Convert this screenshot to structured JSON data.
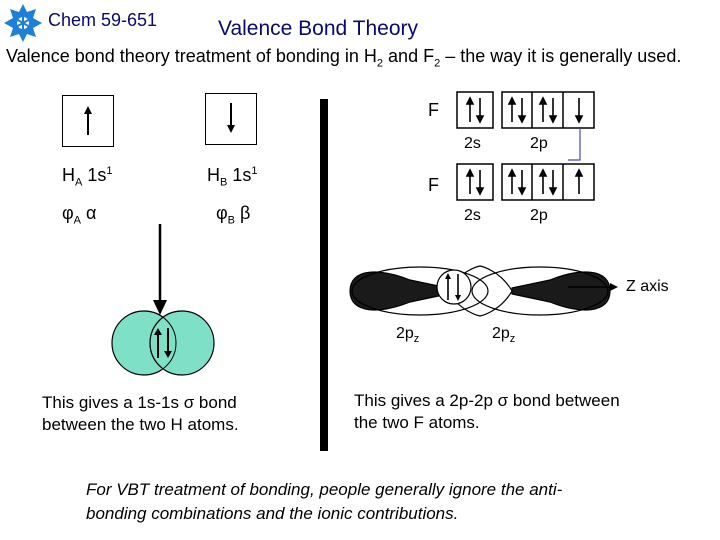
{
  "header": {
    "course": "Chem 59-651",
    "title": "Valence Bond Theory"
  },
  "intro": {
    "line_start": "Valence bond theory treatment of bonding in H",
    "sub1": "2",
    "mid": " and F",
    "sub2": "2",
    "line_end": " – the way it is generally used."
  },
  "hydrogen": {
    "ha_label": "H",
    "ha_sub": "A",
    "ha_orb": " 1s",
    "ha_sup": "1",
    "hb_label": "H",
    "hb_sub": "B",
    "hb_orb": " 1s",
    "hb_sup": "1",
    "phi_a": "φ",
    "phi_a_sub": "A",
    "phi_a_spin": " α",
    "phi_b": "φ",
    "phi_b_sub": "B",
    "phi_b_spin": " β",
    "caption_line1": "This gives a 1s-1s σ bond",
    "caption_line2": "between the two H atoms."
  },
  "fluorine": {
    "f_top": "F",
    "f_bottom": "F",
    "s_label_top": "2s",
    "p_label_top": "2p",
    "s_label_bottom": "2s",
    "p_label_bottom": "2p",
    "z_axis": "Z axis",
    "pz_left": "2p",
    "pz_left_sub": "z",
    "pz_right": "2p",
    "pz_right_sub": "z",
    "caption_line1": "This gives a 2p-2p σ bond between",
    "caption_line2": "the two F atoms."
  },
  "footer": {
    "line1": "For VBT treatment of bonding, people generally ignore the anti-",
    "line2": "bonding combinations and the ionic contributions."
  },
  "colors": {
    "overlap_fill": "#7fe0c8",
    "lobe_fill": "#1a1a1a",
    "title_color": "#0a0a6a",
    "connector": "#4a4ab0"
  },
  "icons": {
    "logo": "snowflake-logo-icon",
    "spin_up": "up-arrow-icon",
    "spin_down": "down-arrow-icon"
  }
}
